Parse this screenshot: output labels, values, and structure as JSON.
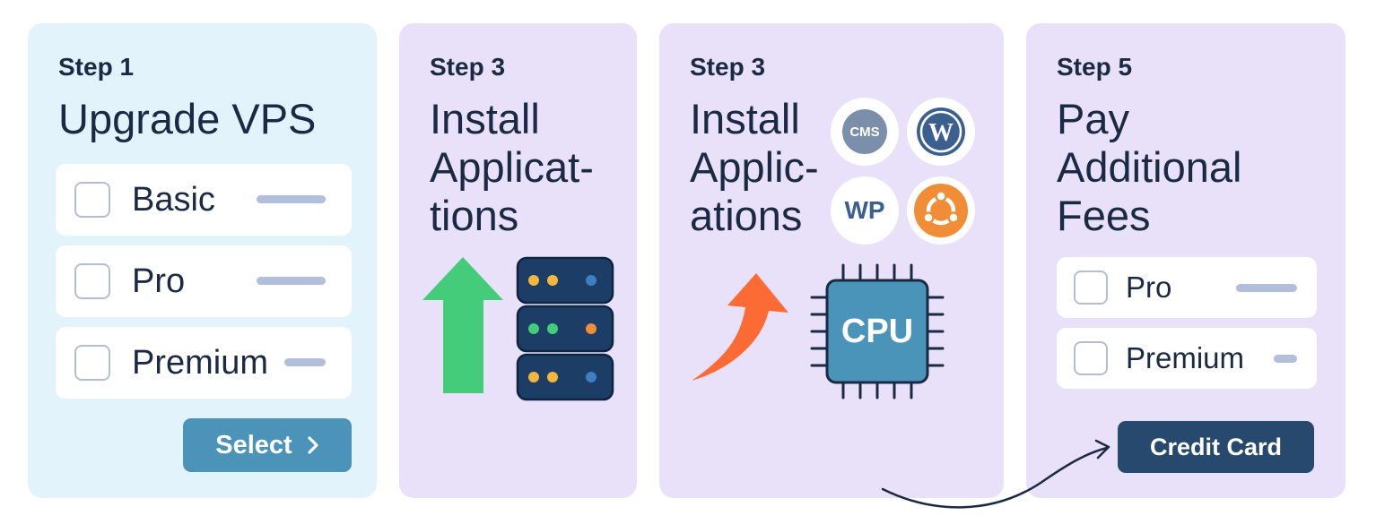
{
  "cards": [
    {
      "step": "Step 1",
      "title": "Upgrade VPS",
      "options": [
        {
          "label": "Basic"
        },
        {
          "label": "Pro"
        },
        {
          "label": "Premium"
        }
      ],
      "button": {
        "label": "Select",
        "icon": "chevron-right-icon",
        "color": "#4b93b9"
      }
    },
    {
      "step": "Step 3",
      "title": "Install\nApplicat-\ntions",
      "icons": [
        "arrow-up-icon",
        "server-stack-icon"
      ]
    },
    {
      "step": "Step 3",
      "title": "Install\nApplic-\nations",
      "apps": [
        {
          "text": "CMS",
          "icon": "cms-icon"
        },
        {
          "text": "",
          "icon": "wordpress-icon"
        },
        {
          "text": "WP",
          "icon": "wp-icon"
        },
        {
          "text": "",
          "icon": "ubuntu-icon"
        }
      ],
      "cpu_label": "CPU",
      "icons": [
        "curved-arrow-icon",
        "cpu-chip-icon"
      ]
    },
    {
      "step": "Step 5",
      "title": "Pay\nAdditional\nFees",
      "options": [
        {
          "label": "Pro"
        },
        {
          "label": "Premium"
        }
      ],
      "button": {
        "label": "Credit Card",
        "color": "#28496e"
      }
    }
  ],
  "colors": {
    "card_blue": "#e3f3fc",
    "card_purple": "#e9e1f9",
    "text_dark": "#1b2a44",
    "arrow_green": "#45cc7a",
    "arrow_orange": "#fd6b35",
    "server_navy": "#1c3e66",
    "cpu_blue": "#4a94b9",
    "cms_gray": "#7b8eaa",
    "wordpress_blue": "#3b608f",
    "ubuntu_orange": "#f28d37"
  }
}
